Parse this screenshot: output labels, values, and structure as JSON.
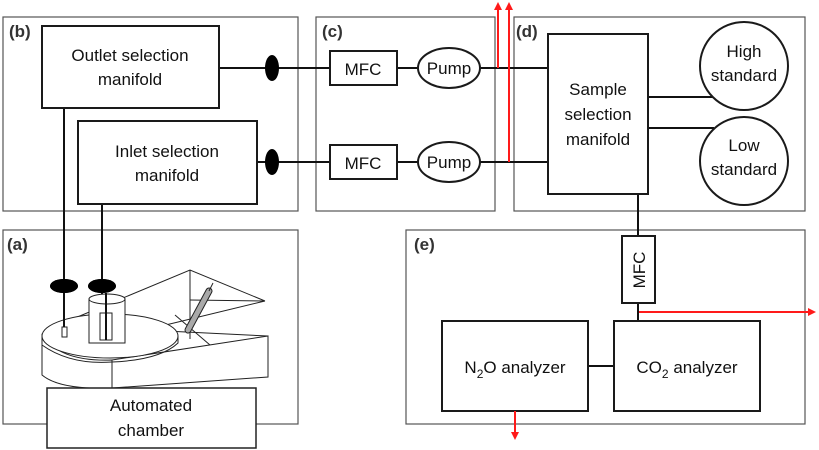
{
  "panels": {
    "a": {
      "label": "(a)"
    },
    "b": {
      "label": "(b)"
    },
    "c": {
      "label": "(c)"
    },
    "d": {
      "label": "(d)"
    },
    "e": {
      "label": "(e)"
    }
  },
  "components": {
    "outlet_manifold": [
      "Outlet selection",
      "manifold"
    ],
    "inlet_manifold": [
      "Inlet selection",
      "manifold"
    ],
    "mfc_top": "MFC",
    "mfc_bottom": "MFC",
    "pump_top": "Pump",
    "pump_bottom": "Pump",
    "sample_manifold": [
      "Sample",
      "selection",
      "manifold"
    ],
    "high_standard": [
      "High",
      "standard"
    ],
    "low_standard": [
      "Low",
      "standard"
    ],
    "mfc_vertical": "MFC",
    "n2o_analyzer": {
      "prefix": "N",
      "sub": "2",
      "suffix": "O analyzer"
    },
    "co2_analyzer": {
      "prefix": "CO",
      "sub": "2",
      "suffix": " analyzer"
    },
    "automated_chamber": [
      "Automated",
      "chamber"
    ]
  },
  "colors": {
    "exhaust_arrow": "#ff1a1a",
    "line": "#111111"
  }
}
